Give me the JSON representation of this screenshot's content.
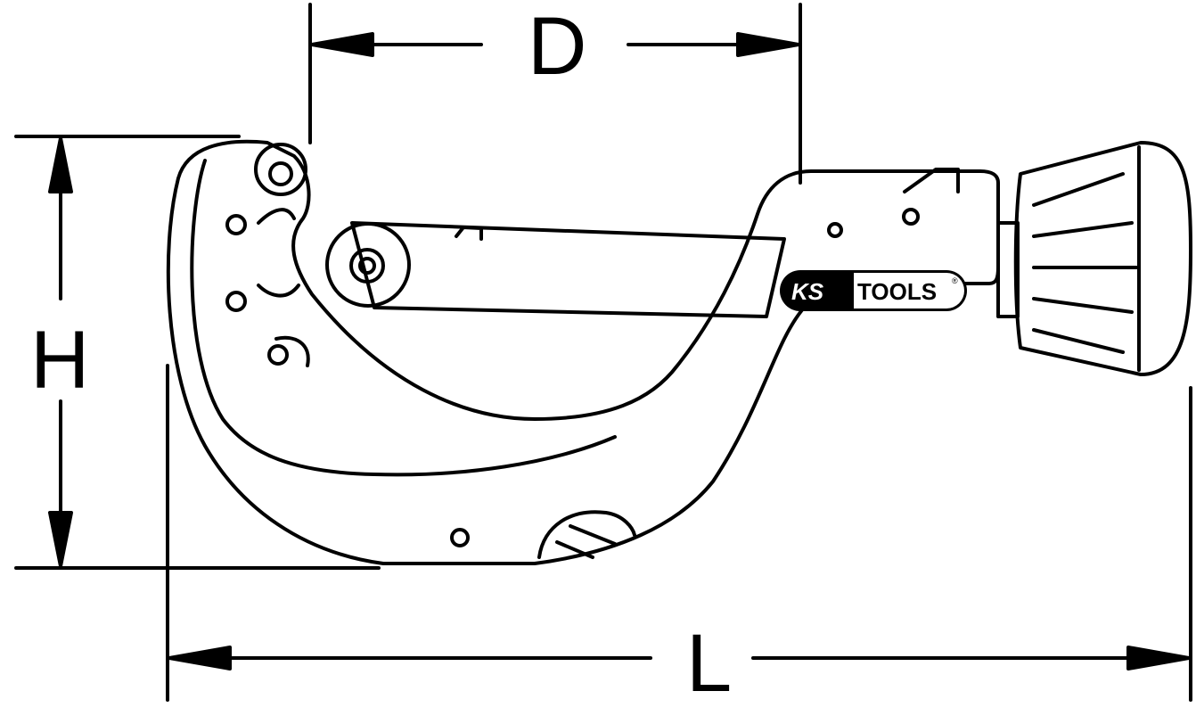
{
  "diagram": {
    "subject": "Pipe cutter technical drawing",
    "dimensions": {
      "D": "D",
      "H": "H",
      "L": "L"
    },
    "logo": {
      "left": "KS",
      "right": "TOOLS",
      "mark": "®"
    },
    "colors": {
      "stroke": "#000000",
      "background": "#ffffff"
    }
  }
}
